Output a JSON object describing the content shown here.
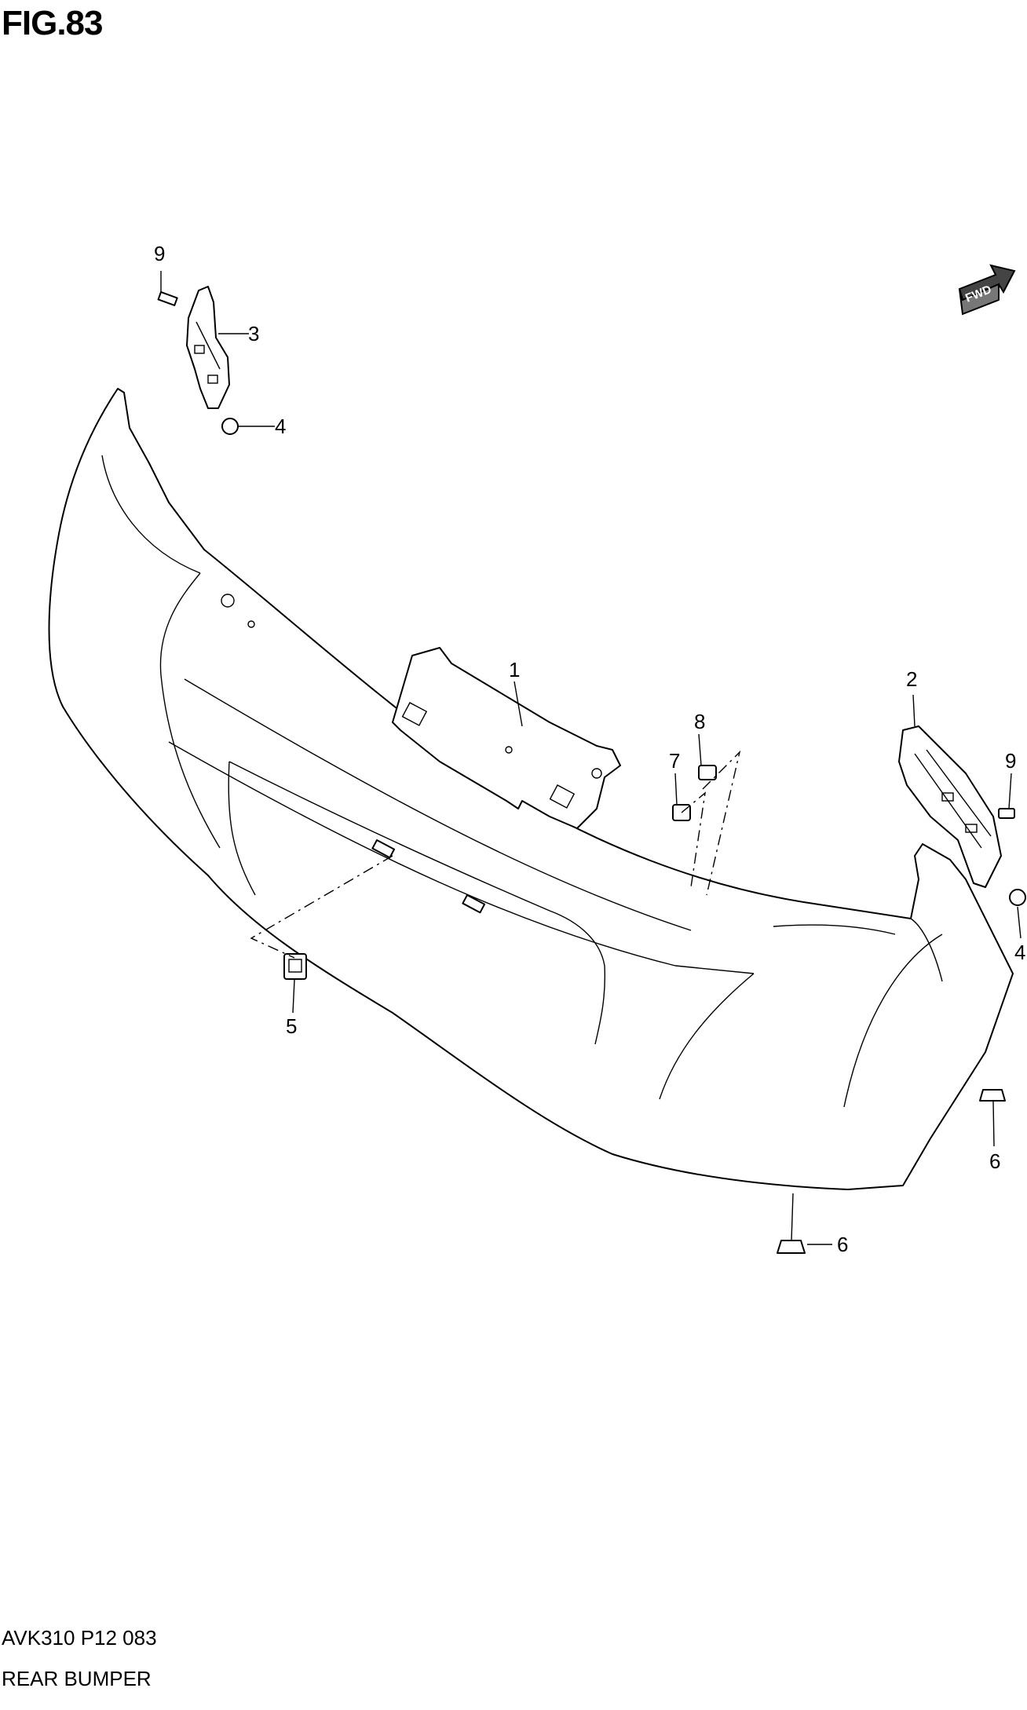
{
  "figure": {
    "title": "FIG.83"
  },
  "fwd_badge": {
    "label": "FWD"
  },
  "callouts": {
    "c1": "1",
    "c2": "2",
    "c3": "3",
    "c4a": "4",
    "c4b": "4",
    "c5": "5",
    "c6a": "6",
    "c6b": "6",
    "c7": "7",
    "c8": "8",
    "c9a": "9",
    "c9b": "9"
  },
  "footer": {
    "code": "AVK310 P12 083",
    "caption": "REAR BUMPER"
  }
}
